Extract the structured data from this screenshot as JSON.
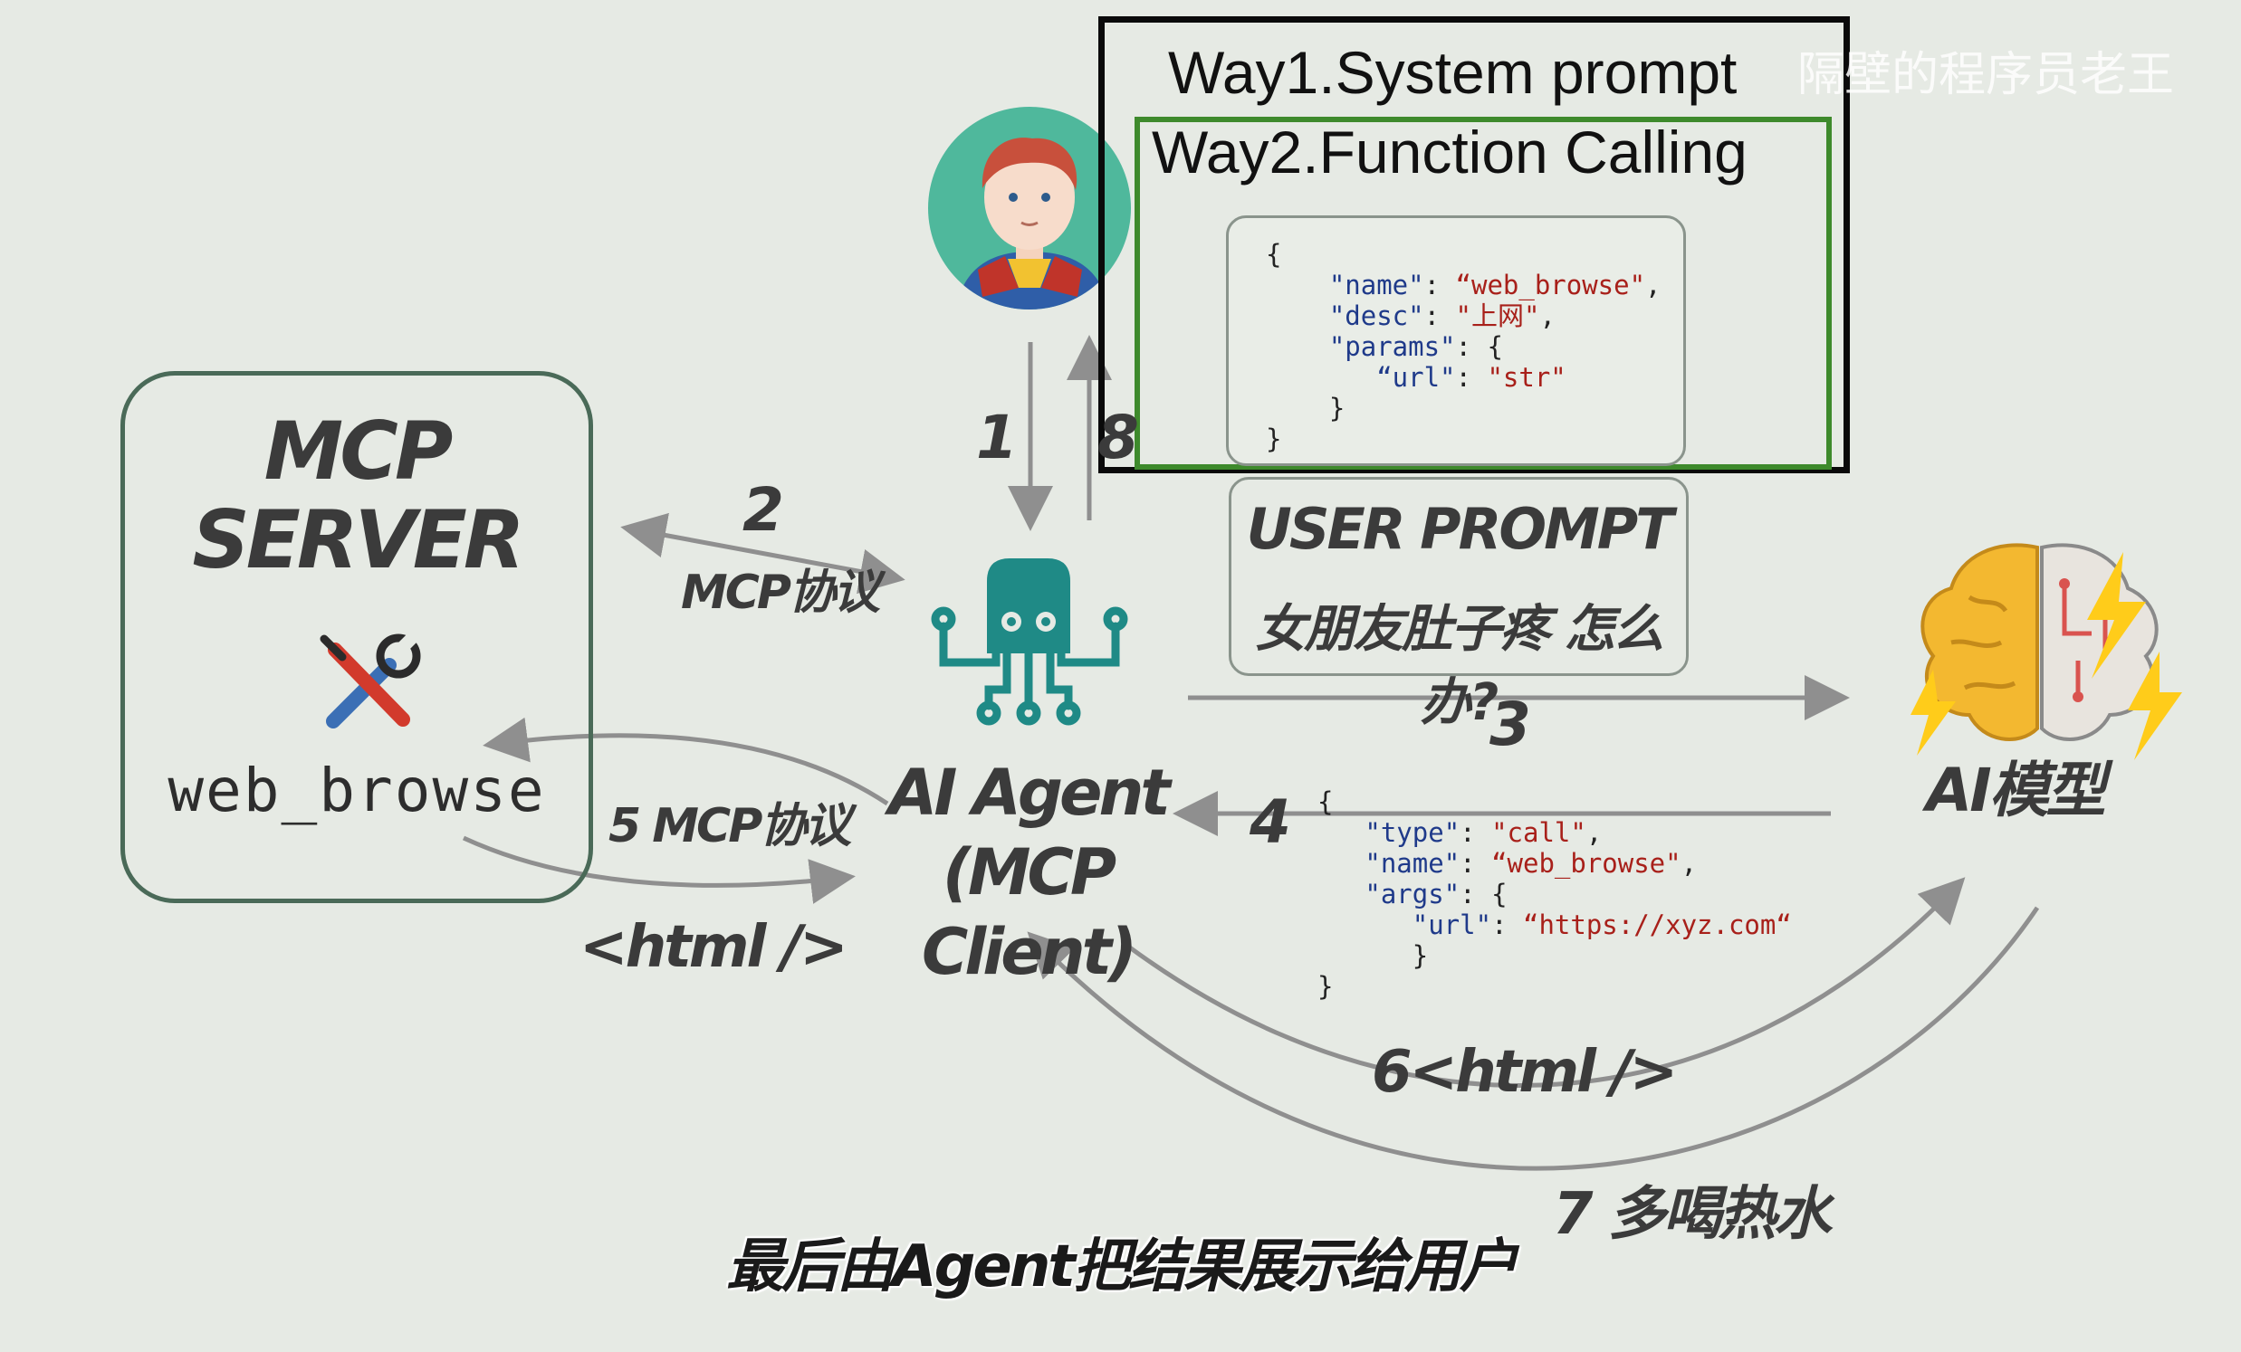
{
  "server": {
    "title": "MCP\nSERVER",
    "tool_label": "web_browse"
  },
  "way": {
    "way1": "Way1.System prompt",
    "way2": "Way2.Function Calling"
  },
  "function_def": {
    "open": "{",
    "name_key": "\"name\"",
    "name_val": "“web_browse\"",
    "desc_key": "\"desc\"",
    "desc_val": "\"上网\"",
    "params_key": "\"params\"",
    "url_key": "“url\"",
    "url_val": "\"str\"",
    "inner_close": "}",
    "close": "}"
  },
  "user_prompt": {
    "title": "USER PROMPT",
    "text": "女朋友肚子疼 怎么办?"
  },
  "agent": {
    "label": "AI Agent\n(MCP Client)"
  },
  "ai_model": {
    "label": "AI模型"
  },
  "call_json": {
    "open": "{",
    "type_key": "\"type\"",
    "type_val": "\"call\"",
    "name_key": "\"name\"",
    "name_val": "“web_browse\"",
    "args_key": "\"args\"",
    "url_key": "\"url\"",
    "url_val": "“https://xyz.com“",
    "inner_close": "}",
    "close": "}"
  },
  "steps": {
    "s1": "1",
    "s2": "2",
    "s2_label": "MCP协议",
    "s3": "3",
    "s4": "4",
    "s5_label": "5 MCP协议",
    "html_label": "<html />",
    "s6_label": "6<html />",
    "s7_label": "7 多喝热水",
    "s8": "8"
  },
  "subtitle": "最后由Agent把结果展示给用户",
  "watermark": "隔壁的程序员老王",
  "colors": {
    "background": "#e6eae4",
    "server_border": "#4a6a58",
    "way2_border": "#3e8a2c",
    "arrow": "#8f8f8f",
    "agent_teal": "#1f8a86",
    "avatar_bg": "#4fb89c"
  },
  "icons": {
    "user": "superhero-avatar-icon",
    "agent": "octopus-agent-icon",
    "tool": "wrench-screwdriver-icon",
    "ai_model": "brain-lightning-icon"
  }
}
